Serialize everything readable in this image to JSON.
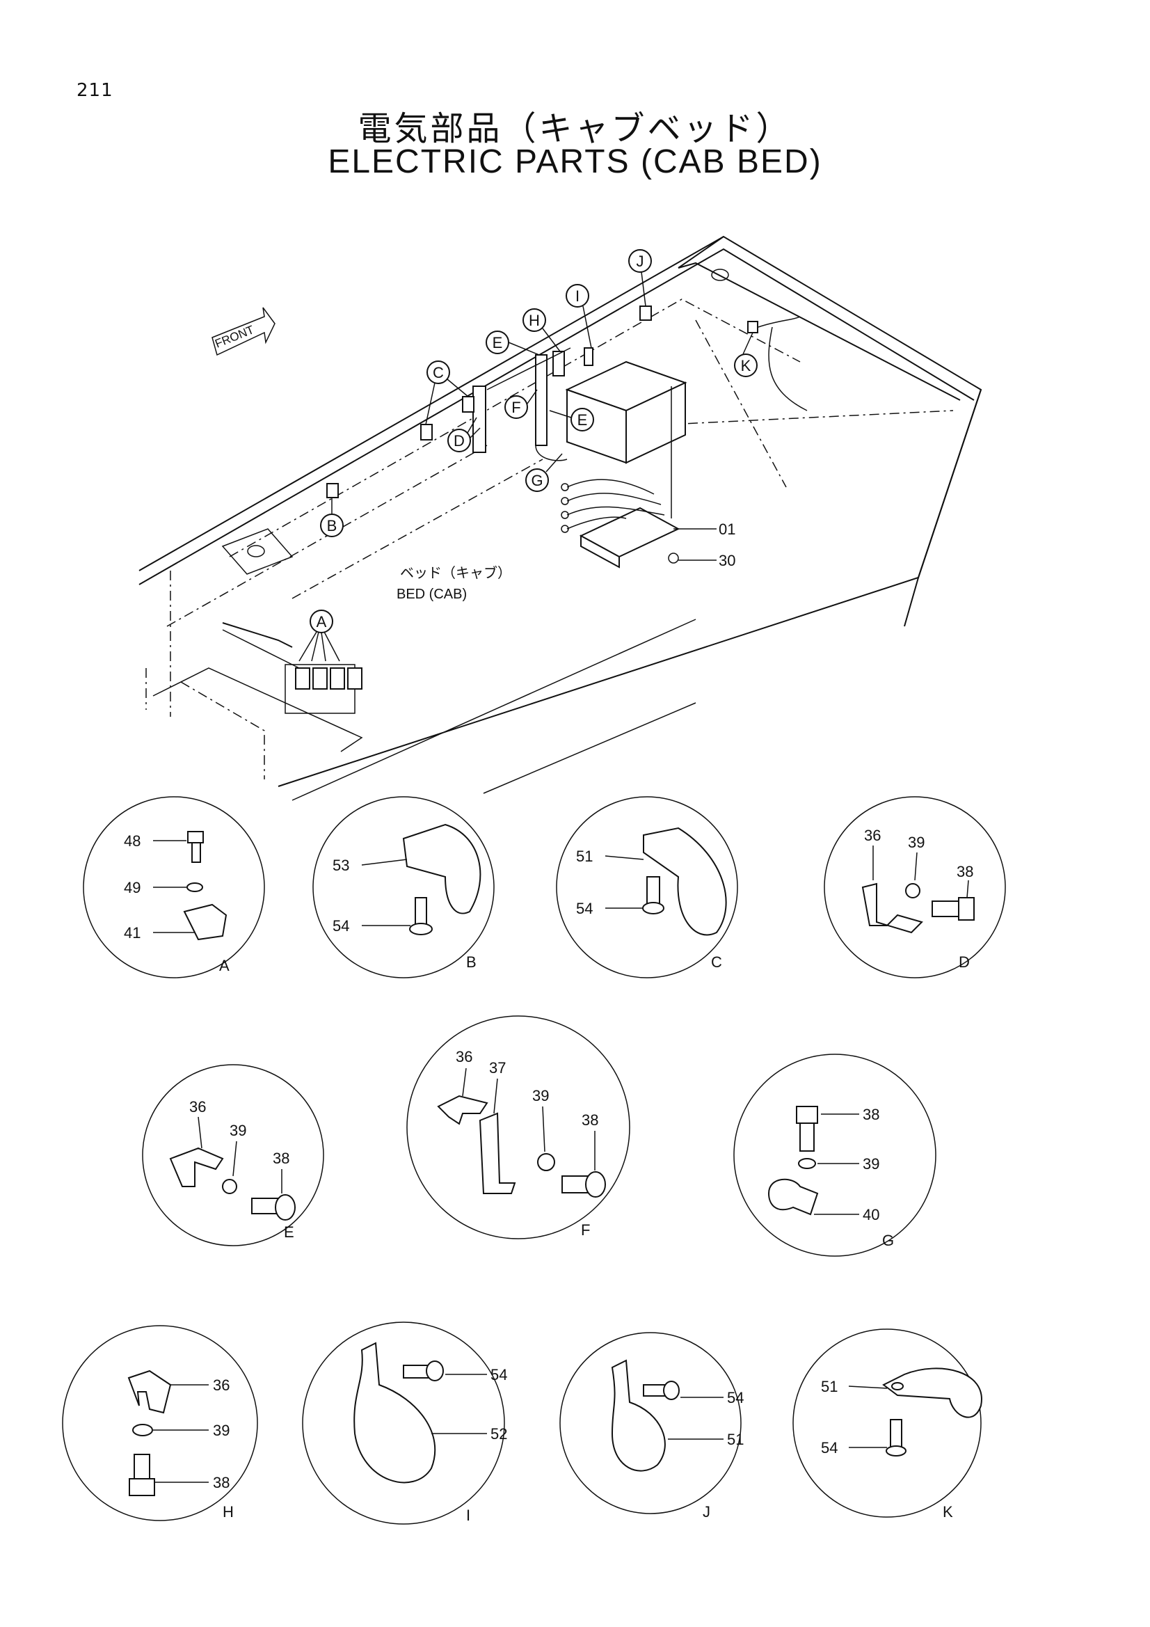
{
  "page_number": "211",
  "title_jp": "電気部品（キャブベッド）",
  "title_en": "ELECTRIC PARTS (CAB BED)",
  "front_label": "FRONT",
  "main_label_jp": "ベッド（キャブ）",
  "main_label_en": "BED (CAB)",
  "main_callouts": [
    "A",
    "B",
    "C",
    "D",
    "E",
    "E",
    "F",
    "G",
    "H",
    "I",
    "J",
    "K"
  ],
  "main_parts": [
    "01",
    "30"
  ],
  "details": [
    {
      "letter": "A",
      "parts": [
        "48",
        "49",
        "41"
      ]
    },
    {
      "letter": "B",
      "parts": [
        "53",
        "54"
      ]
    },
    {
      "letter": "C",
      "parts": [
        "51",
        "54"
      ]
    },
    {
      "letter": "D",
      "parts": [
        "36",
        "39",
        "38"
      ]
    },
    {
      "letter": "E",
      "parts": [
        "36",
        "39",
        "38"
      ]
    },
    {
      "letter": "F",
      "parts": [
        "36",
        "37",
        "39",
        "38"
      ]
    },
    {
      "letter": "G",
      "parts": [
        "38",
        "39",
        "40"
      ]
    },
    {
      "letter": "H",
      "parts": [
        "36",
        "39",
        "38"
      ]
    },
    {
      "letter": "I",
      "parts": [
        "54",
        "52"
      ]
    },
    {
      "letter": "J",
      "parts": [
        "54",
        "51"
      ]
    },
    {
      "letter": "K",
      "parts": [
        "51",
        "54"
      ]
    }
  ]
}
